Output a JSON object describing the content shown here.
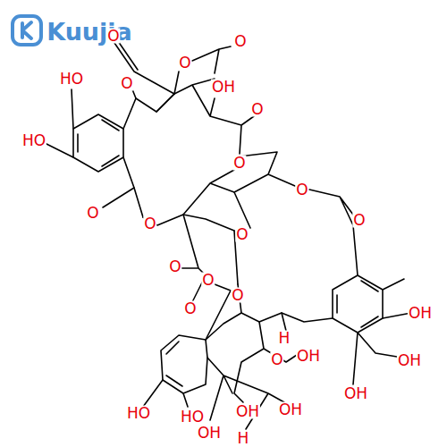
{
  "diagram": {
    "labels": [
      "Kuujia",
      "O",
      "O",
      "O",
      "HO",
      "O",
      "OH",
      "O",
      "HO",
      "O",
      "O",
      "O",
      "O",
      "O",
      "O",
      "O",
      "O",
      "O",
      "O",
      "OH",
      "H",
      "O",
      "OH",
      "OH",
      "OH",
      "HO",
      "HO",
      "OH",
      "OH",
      "OH",
      "H"
    ]
  }
}
